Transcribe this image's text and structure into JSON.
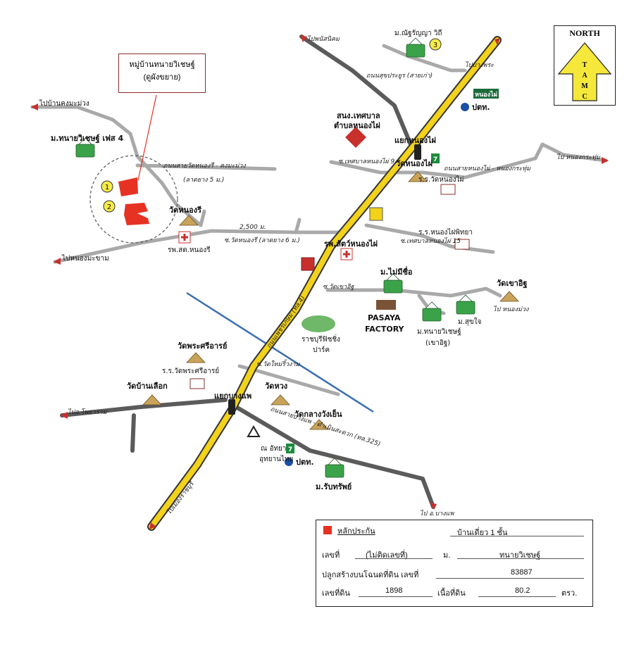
{
  "compass": {
    "title": "NORTH",
    "letters": [
      "T",
      "A",
      "M",
      "C"
    ]
  },
  "village_box": {
    "line1": "หมู่บ้านทนายวิเชษฐ์",
    "line2": "(ดูผังขยาย)"
  },
  "markers": [
    "1",
    "2",
    "3"
  ],
  "labels": {
    "to_ban_khong_ma_muang": "ไปบ้านคงมะม่วง",
    "phase4": "ม.ทนายวิเชษฐ์ เฟส 4",
    "road_wat_nong_ri": "ถนนสายวัดหนองรี - คงมะม่วง",
    "road_width_5": "(ลาดยาง 5 ม.)",
    "wat_nong_ri": "วัดหนองรี",
    "dist_2500": "2,500 ม.",
    "soi_wat_nong_ri": "ซ.วัดหนองรี (ลาดยาง 6 ม.)",
    "hosp_nong_ri": "รพ.สต.หนองรี",
    "to_nong_ma_kham": "ไปหนองมะขาม",
    "to_phanat_nikhom": "ไปพนัสนิคม",
    "road_suk_khiri_kan": "ถนนสุขประยูร (สายเก่า)",
    "to_bang_pra": "ไปบางพระ",
    "phatthanasuek": "ม.ณัฐรัญญา วิถี",
    "nong_pho": "หนองไผ่",
    "ptt": "ปตท.",
    "tessaban": "สนง.เทศบาล",
    "tessaban2": "ตำบลหนองไผ่",
    "nong_pho_junction": "แยกหนองไผ่",
    "soi_tessaban9": "ซ.เทศบาลหนองไผ่ 9",
    "wat_nong_pho": "วัดหนองไผ่",
    "road_nong_pho": "ถนนสายหนองไผ่ - หนองกระทุ่ม",
    "rr_wat_nong_pho": "ร.ร.วัดหนองไผ่",
    "to_nong_kra_thum": "ไป หนองกระทุ่ม",
    "rr_nong_pho_phitthaya": "ร.ร.หนองไผ่พิทยา",
    "soi_tessaban15": "ซ.เทศบาลหนองไผ่ 15",
    "hosp_animal": "รพ.สัตว์หนองไผ่",
    "m_maimiruea": "ม.ไม่มีชื่อ",
    "soi_wat_khao_isan": "ซ.วัดเขาอิฐ",
    "wat_khao_isan": "วัดเขาอิฐ",
    "pasaya": "PASAYA",
    "factory": "FACTORY",
    "m_tanai_wichet2": "ม.ทนายวิเชษฐ์",
    "khao_isan": "(เขาอิฐ)",
    "m_suk_jai": "ม.สุขใจ",
    "to_nong_muang": "ไป หนองม่วง",
    "road_phet_kasem": "ถนนเพชรเกษม (ทล.4)",
    "ratchaburi_fishing": "ราชบุรีฟิชชิ่ง",
    "park": "ปาร์ค",
    "wat_phra_si_arn": "วัดพระศรีอารย์",
    "rr_wat_phra_si_arn": "ร.ร.วัดพระศรีอารย์",
    "soi_wat_mai_sai_ngam": "ซ.วัดใหม่ริ้วงาม",
    "wat_ban_lueak": "วัดบ้านเลือก",
    "bang_phae_junction": "แยกบางแพ",
    "to_photharam": "ไปอ.โพธาราม",
    "wat_huang": "วัดหวง",
    "wat_klang_wang_yen": "วัดกลางวังเย็น",
    "road_bang_phae": "ถนนสายบางแพ - ดำเนินสะดวก (ทล.325)",
    "na_utthayan": "ณ อัทยา",
    "utthayan_thai": "อุทยานไทย",
    "ptt2": "ปตท.",
    "m_rap_sap": "ม.รับทรัพย์",
    "to_bang_phae": "ไป อ.บางแพ",
    "to_mueang_ratchaburi": "ไปเมืองราชบุรี",
    "seven": "7"
  },
  "legend": {
    "title": "หลักประกัน",
    "type": "บ้านเดี่ยว 1  ชั้น",
    "house_no_label": "เลขที่",
    "house_no_value": "(ไม่ติดเลขที่)",
    "moo_label": "ม.",
    "village_value": "ทนายวิเชษฐ์",
    "deed_label": "ปลูกสร้างบนโฉนดที่ดิน เลขที่",
    "deed_value": "83887",
    "land_no_label": "เลขที่ดิน",
    "land_no_value": "1898",
    "area_label": "เนื้อที่ดิน",
    "area_value": "80.2",
    "area_unit": "ตรว."
  },
  "colors": {
    "highway": "#f2d21a",
    "road": "#999999",
    "dark_road": "#555555",
    "canal": "#3a6fb0",
    "property": "#e63222",
    "arrow": "#f5e83a"
  }
}
